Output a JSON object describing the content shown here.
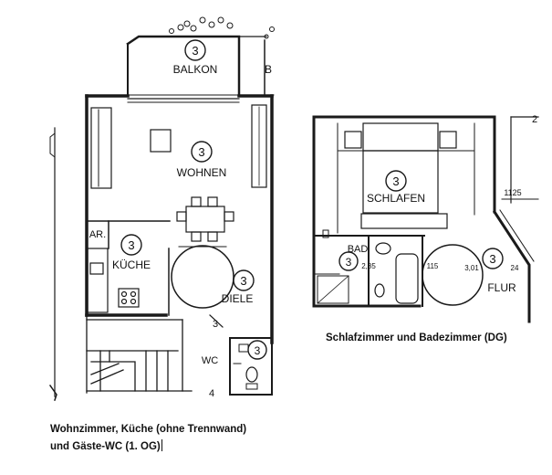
{
  "rooms": {
    "balkon": {
      "label": "BALKON",
      "number": "3"
    },
    "wohnen": {
      "label": "WOHNEN",
      "number": "3"
    },
    "kueche": {
      "label": "KÜCHE",
      "number": "3"
    },
    "ar": {
      "label": "AR."
    },
    "diele": {
      "label": "DIELE",
      "number": "3"
    },
    "wc": {
      "label": "WC",
      "number": "3"
    },
    "schlafen": {
      "label": "SCHLAFEN",
      "number": "3"
    },
    "bad": {
      "label": "BAD",
      "number": "3"
    },
    "flur": {
      "label": "FLUR",
      "number": "3"
    }
  },
  "marks": {
    "left_b": "B",
    "left_stair_3": "3",
    "left_stair_4": "4",
    "right_top_2": "2",
    "dim_1125": "1125",
    "dim_285": "2,85",
    "dim_115": "115",
    "dim_301": "3,01",
    "dim_24": "24"
  },
  "captions": {
    "left_line1": "Wohnzimmer, Küche (ohne Trennwand)",
    "left_line2": "und Gäste-WC (1. OG)",
    "right": "Schlafzimmer und Badezimmer (DG)"
  },
  "colors": {
    "ink": "#1a1a1a",
    "paper": "#ffffff"
  }
}
